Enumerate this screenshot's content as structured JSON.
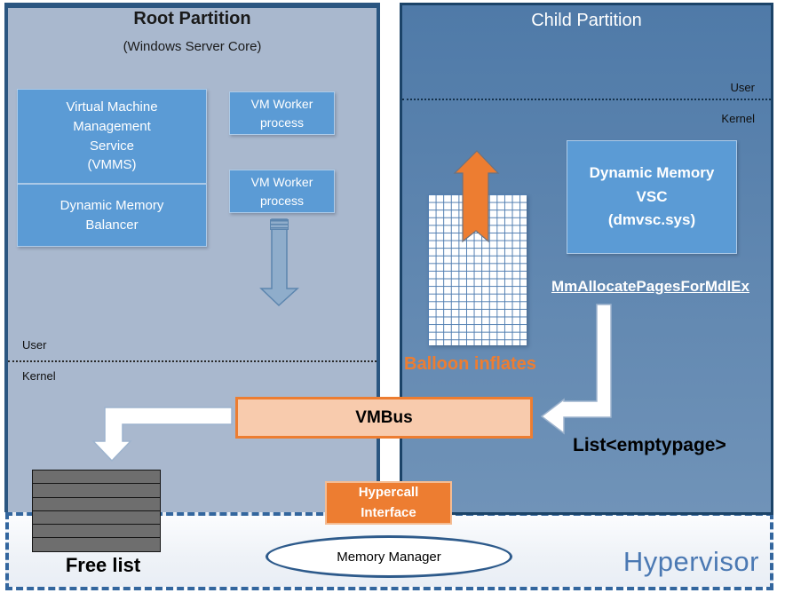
{
  "colors": {
    "service_box_fill": "#5B9BD5",
    "service_box_border": "#AECBE8",
    "root_fill": "#A9B8CE",
    "root_border": "#2B5681",
    "child_fill_top": "#4F7AA8",
    "child_fill_bottom": "#7093B8",
    "child_border": "#1B4368",
    "orange": "#ED7D31",
    "peach": "#F8CBAD",
    "arrow_blue": "#8FADCB",
    "arrow_blue_border": "#5C85AE",
    "grid_line": "#4E7CB0",
    "gray_bar": "#6E6E6E",
    "hypervisor_text": "#4B79B3",
    "hypervisor_border": "#33669E",
    "text_dark": "#1A1A1A"
  },
  "root": {
    "title": "Root Partition",
    "subtitle": "(Windows Server Core)",
    "vmms_label": "Virtual Machine\nManagement\nService\n(VMMS)",
    "balancer_label": "Dynamic Memory\nBalancer",
    "vm_worker_1_label": "VM Worker\nprocess",
    "vm_worker_2_label": "VM Worker\nprocess",
    "user_label": "User",
    "kernel_label": "Kernel",
    "free_list_label": "Free list"
  },
  "child": {
    "title": "Child Partition",
    "user_label": "User",
    "kernel_label": "Kernel",
    "dmvsc_label": "Dynamic Memory\nVSC\n(dmvsc.sys)",
    "api_label": "MmAllocatePagesForMdlEx",
    "balloon_label": "Balloon inflates",
    "list_label": "List<emptypage>"
  },
  "shared": {
    "vmbus_label": "VMBus",
    "hypercall_label": "Hypercall\nInterface",
    "memory_manager_label": "Memory Manager",
    "hypervisor_label": "Hypervisor"
  }
}
